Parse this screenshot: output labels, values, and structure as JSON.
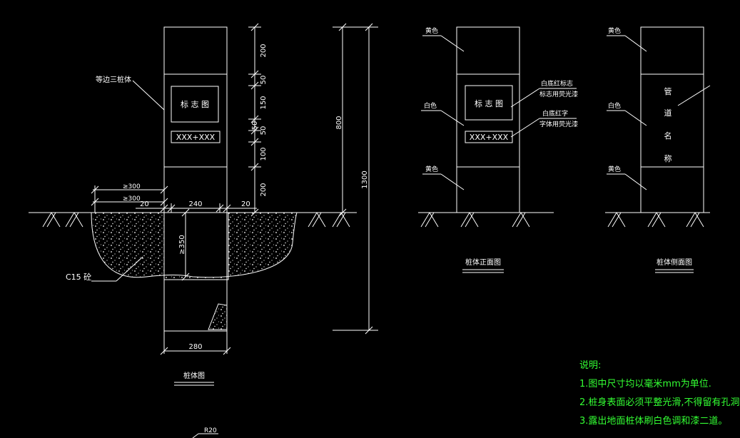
{
  "colors": {
    "background": "#000000",
    "line": "#ffffff",
    "note_text": "#33ff33"
  },
  "main_view": {
    "caption": "桩体图",
    "callout_body": "等边三桩体",
    "callout_concrete": "C15 砼",
    "panel_sign": "标 志 图",
    "panel_code": "XXX+XXX",
    "dims_vertical": [
      "200",
      "50",
      "150",
      "50",
      "50",
      "100",
      "200"
    ],
    "dim_total_upper": "800",
    "dim_total": "1300",
    "dim_min_300_a": "≥300",
    "dim_min_300_b": "≥300",
    "dim_20_left": "20",
    "dim_240": "240",
    "dim_20_right": "20",
    "dim_min_350": "≥350",
    "dim_280": "280",
    "dim_r20": "R20"
  },
  "front_view": {
    "caption": "桩体正面图",
    "label_yellow_top": "黄色",
    "label_white": "白色",
    "label_yellow_bottom": "黄色",
    "note1_line1": "白底红标志",
    "note1_line2": "标志用荧光漆",
    "note2_line1": "白底红字",
    "note2_line2": "字体用荧光漆",
    "panel_sign": "标 志 图",
    "panel_code": "XXX+XXX"
  },
  "side_view": {
    "caption": "桩体侧面图",
    "label_yellow_top": "黄色",
    "label_white": "白色",
    "label_yellow_bottom": "黄色",
    "vertical_text": [
      "管",
      "道",
      "名",
      "称"
    ]
  },
  "notes": {
    "title": "说明:",
    "items": [
      "1.图中尺寸均以毫米mm为单位.",
      "2.桩身表面必须平整光滑,不得留有孔洞",
      "3.露出地面桩体刷白色调和漆二道。"
    ]
  }
}
